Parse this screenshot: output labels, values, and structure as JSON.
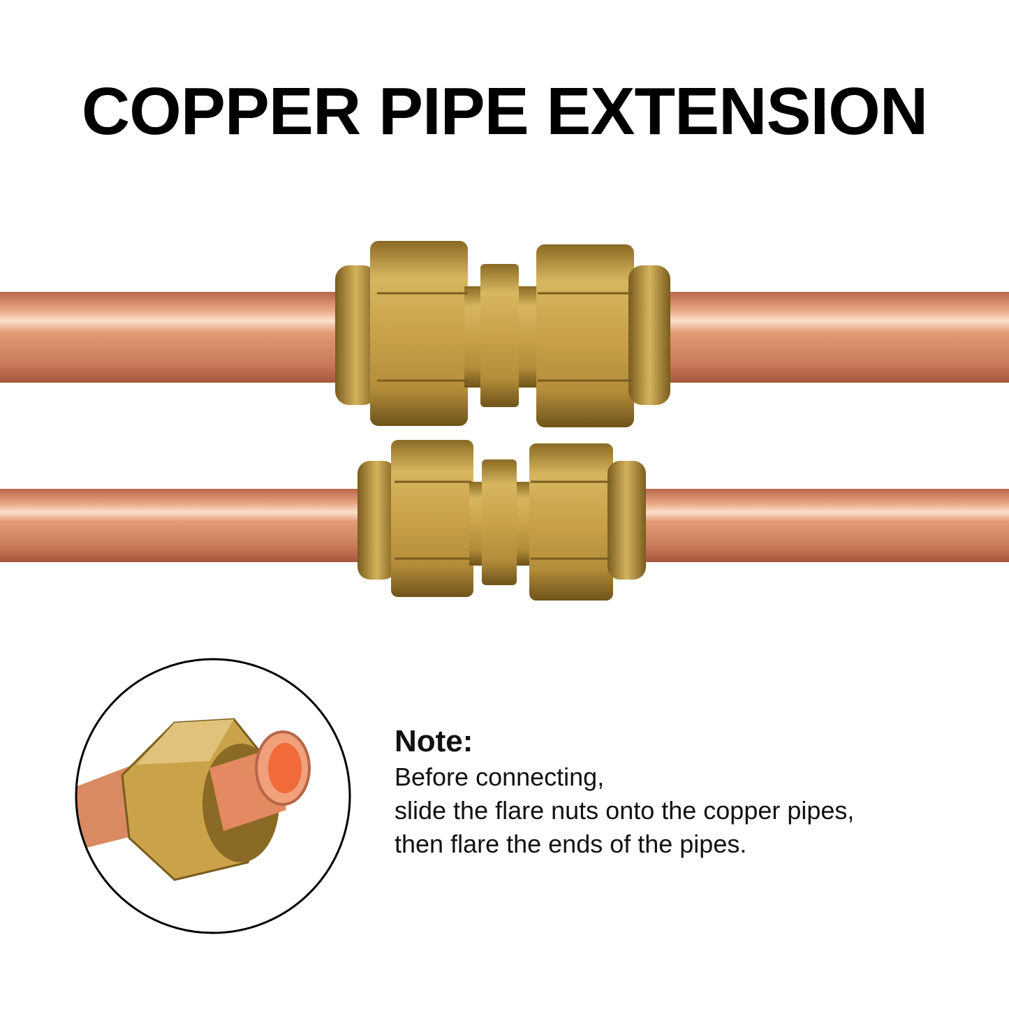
{
  "title": "COPPER PIPE EXTENSION",
  "note": {
    "heading": "Note:",
    "lines": [
      "Before connecting,",
      "slide the flare nuts onto the copper pipes,",
      "then flare the ends of the pipes."
    ]
  },
  "colors": {
    "copper": "#d98a62",
    "brass": "#c9a24a",
    "text": "#000000"
  }
}
